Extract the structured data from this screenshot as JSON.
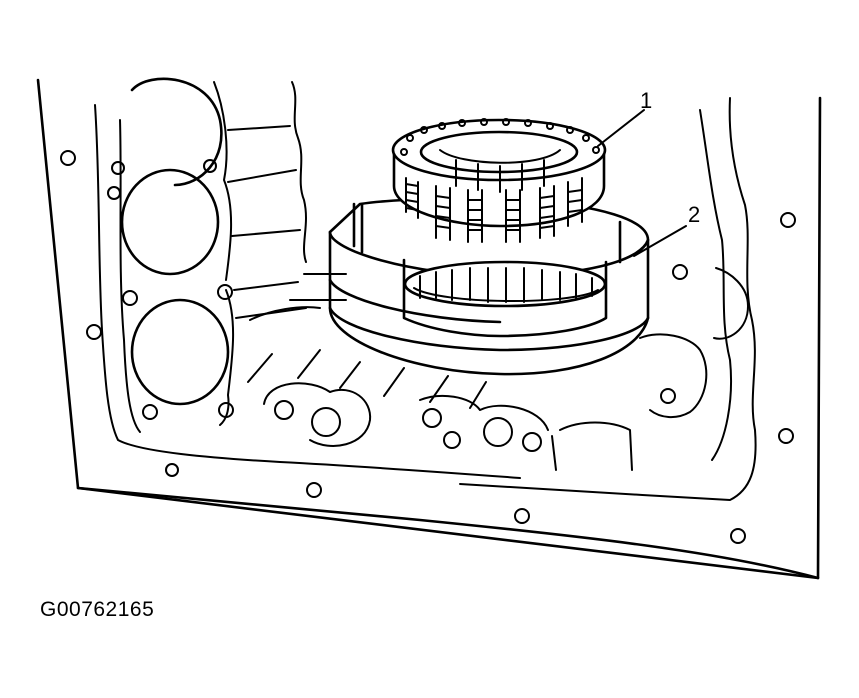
{
  "figure": {
    "code": "G00762165"
  },
  "callouts": [
    {
      "label": "1"
    },
    {
      "label": "2"
    }
  ],
  "colors": {
    "line": "#000000",
    "background": "#ffffff"
  }
}
